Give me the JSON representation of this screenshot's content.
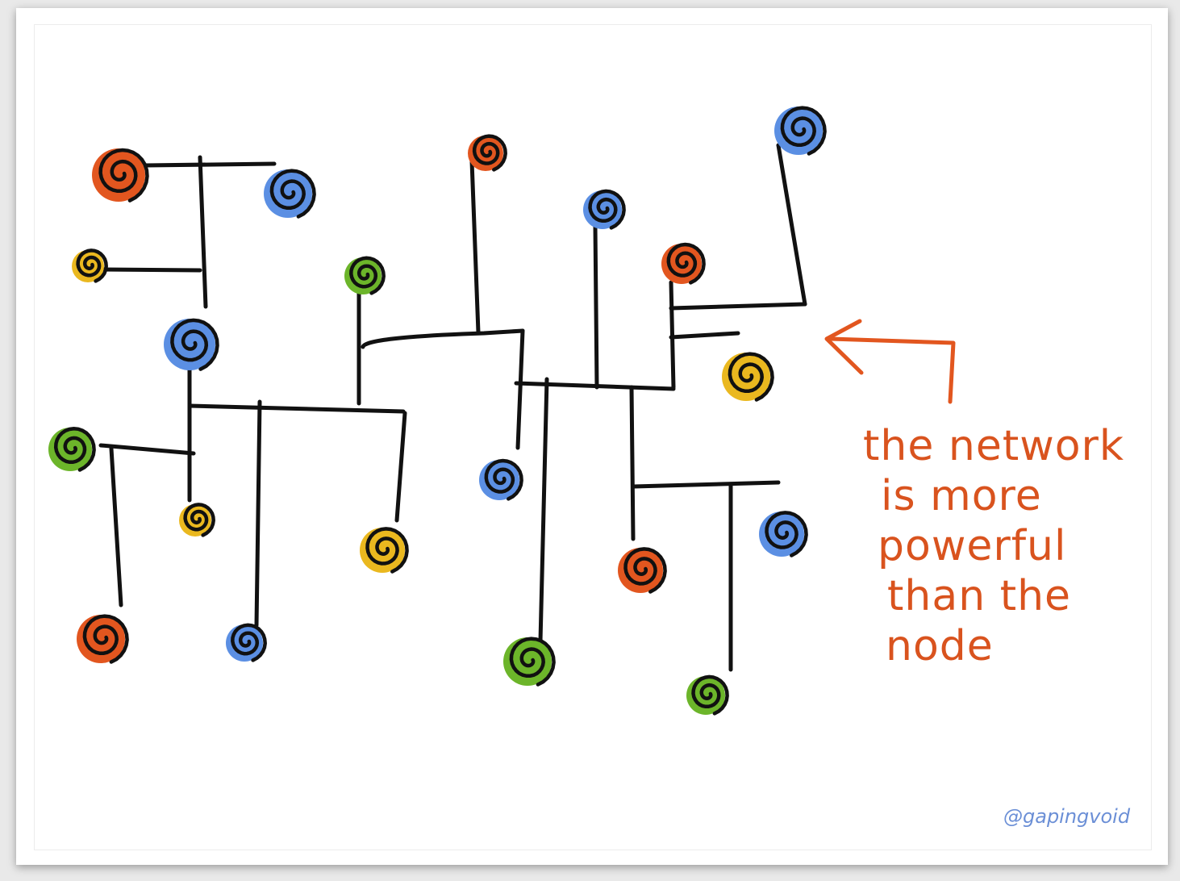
{
  "caption": {
    "line1": "the network",
    "line2": "is more",
    "line3": "powerful",
    "line4": "than the",
    "line5": "node"
  },
  "credit": "@gapingvoid",
  "colors": {
    "line": "#111111",
    "orange": "#e2561f",
    "blue": "#5b8fe3",
    "yellow": "#eab81f",
    "green": "#6cb52a",
    "text": "#d9531e",
    "credit": "#6b8fd6"
  },
  "nodes": [
    {
      "color": "orange"
    },
    {
      "color": "blue"
    },
    {
      "color": "yellow"
    },
    {
      "color": "blue"
    },
    {
      "color": "green"
    },
    {
      "color": "orange"
    },
    {
      "color": "blue"
    },
    {
      "color": "orange"
    },
    {
      "color": "blue"
    },
    {
      "color": "yellow"
    },
    {
      "color": "green"
    },
    {
      "color": "yellow"
    },
    {
      "color": "yellow"
    },
    {
      "color": "blue"
    },
    {
      "color": "orange"
    },
    {
      "color": "blue"
    },
    {
      "color": "orange"
    },
    {
      "color": "blue"
    },
    {
      "color": "green"
    },
    {
      "color": "green"
    }
  ]
}
